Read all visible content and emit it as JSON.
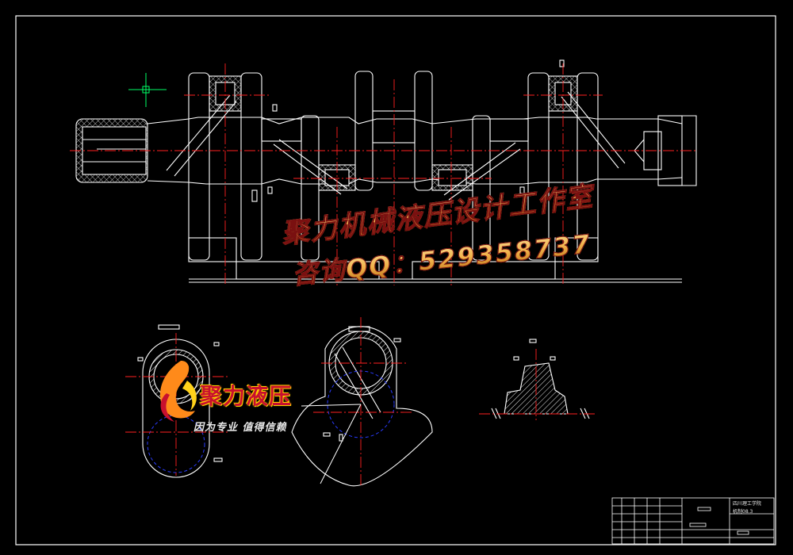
{
  "watermark": {
    "studio": "聚力机械液压设计工作室",
    "contact": "咨询QQ：529358737"
  },
  "logo": {
    "name": "聚力液压",
    "slogan": "因为专业 值得信赖",
    "icon": "flame-logo-icon"
  },
  "title_block": {
    "line1": "四川理工学院",
    "line2": "机制08.3"
  },
  "colors": {
    "background": "#000000",
    "outline": "#ffffff",
    "centerline": "#ff2020",
    "hidden_circle": "#2a3cff",
    "cursor": "#00ff66"
  }
}
